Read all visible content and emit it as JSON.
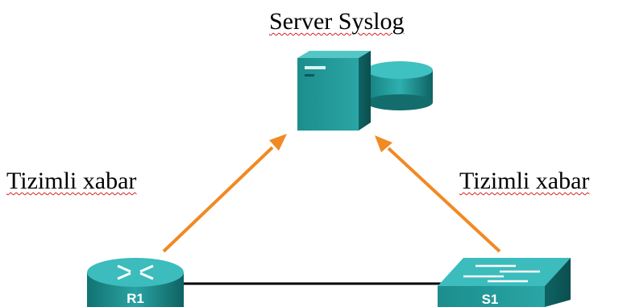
{
  "server": {
    "label": "Server Syslog",
    "icon": "syslog-server-icon"
  },
  "router": {
    "name": "R1",
    "icon": "router-icon"
  },
  "switch": {
    "name": "S1",
    "icon": "switch-icon"
  },
  "messages": {
    "left": "Tizimli xabar",
    "right": "Tizimli xabar"
  },
  "colors": {
    "arrow": "#f08a24",
    "device": "#1f8f8f",
    "device_dark": "#0f6060",
    "link": "#000000"
  }
}
